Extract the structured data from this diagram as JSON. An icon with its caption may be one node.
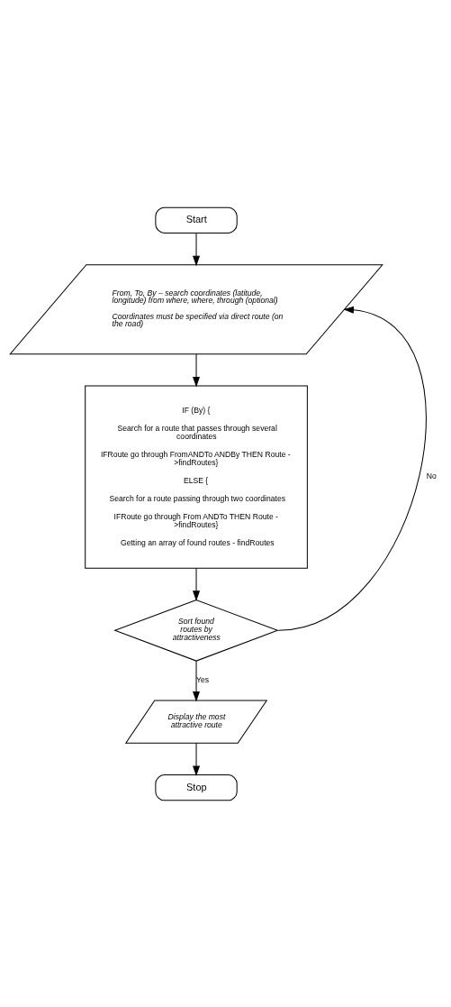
{
  "diagram": {
    "nodes": [
      {
        "text": [
          "Start"
        ]
      },
      {
        "text": [
          "From, To, By – search coordinates (latitude, longitude) from where, where, through (optional)",
          "Coordinates must be specified via direct route (on the road)"
        ]
      },
      {
        "text": [
          "IF (By) {",
          "Search for a route that passes through several coordinates",
          "IFRoute go through FromANDTo ANDBy THEN Route - >findRoutes}",
          "ELSE {",
          "Search for a route passing through two coordinates",
          "IFRoute go through From ANDTo THEN Route - >findRoutes}",
          "Getting an array of found routes - findRoutes"
        ]
      },
      {
        "text": [
          "Sort found routes by attractiveness"
        ]
      },
      {
        "text": [
          "Display the most attractive route"
        ]
      },
      {
        "text": [
          "Stop"
        ]
      }
    ],
    "edges": [
      {
        "from": 0,
        "to": 1,
        "arrow": "to"
      },
      {
        "from": 1,
        "to": 2,
        "arrow": "to"
      },
      {
        "from": 2,
        "to": 3,
        "arrow": "to"
      },
      {
        "from": 3,
        "to": 4,
        "arrow": "to",
        "label": "Yes"
      },
      {
        "from": 4,
        "to": 5,
        "arrow": "to"
      },
      {
        "from": 3,
        "to": 1,
        "arrow": "to",
        "label": "No"
      }
    ]
  }
}
